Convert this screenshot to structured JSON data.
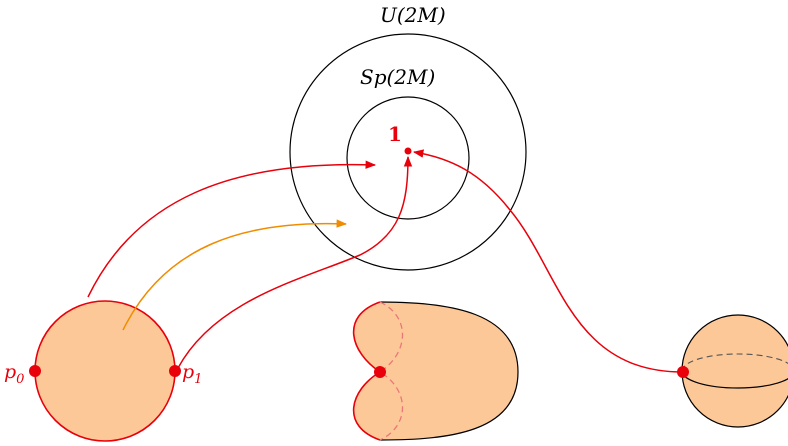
{
  "labels": {
    "outer_group": "U(2M)",
    "inner_group": "Sp(2M)",
    "identity": "1",
    "point_p0_base": "p",
    "point_p0_sub": "0",
    "point_p1_base": "p",
    "point_p1_sub": "1"
  },
  "colors": {
    "red": "#e8000b",
    "orange": "#f08c00",
    "fill": "#fdc898",
    "stroke": "#000000",
    "dashed": "#e87878"
  }
}
